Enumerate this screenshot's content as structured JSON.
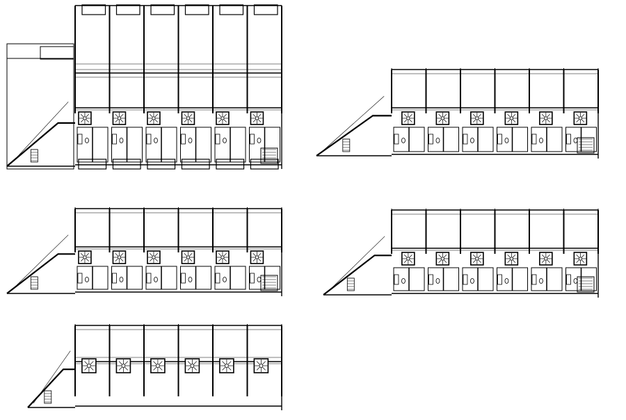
{
  "diagram": {
    "kind": "architectural floor plans",
    "line_color": "#000000",
    "background": "#ffffff",
    "plans": [
      {
        "name": "plan-ground-floor-left",
        "units": 6,
        "variant": "ground"
      },
      {
        "name": "plan-upper-floor-right-1",
        "units": 6,
        "variant": "upper"
      },
      {
        "name": "plan-middle-floor-left",
        "units": 6,
        "variant": "middle"
      },
      {
        "name": "plan-upper-floor-right-2",
        "units": 6,
        "variant": "upper"
      },
      {
        "name": "plan-roof-floor-left",
        "units": 6,
        "variant": "roof"
      }
    ]
  }
}
